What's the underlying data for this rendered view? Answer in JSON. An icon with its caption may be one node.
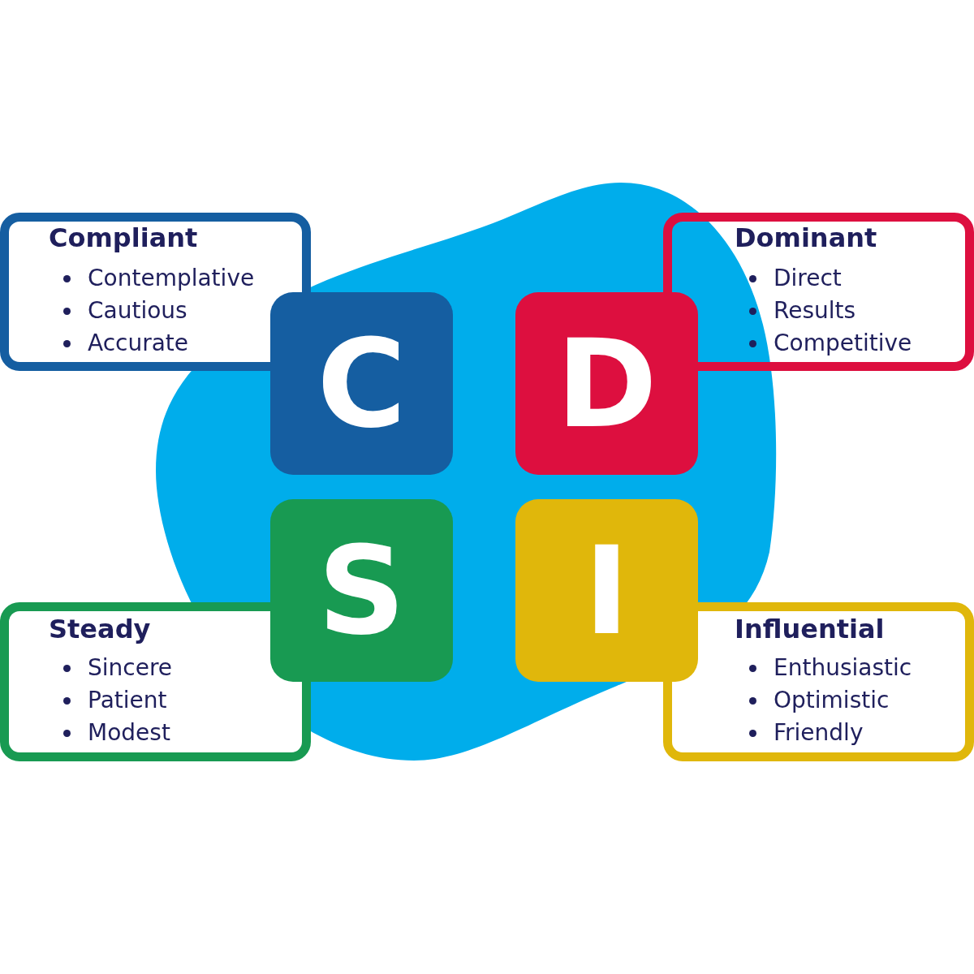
{
  "diagram": {
    "nodes": [
      {
        "text": [
          "Compliant",
          "Contemplative",
          "Cautious",
          "Accurate"
        ]
      },
      {
        "text": [
          "Dominant",
          "Direct",
          "Results",
          "Competitive"
        ]
      },
      {
        "text": [
          "C"
        ]
      },
      {
        "text": [
          "D"
        ]
      },
      {
        "text": [
          "S"
        ]
      },
      {
        "text": [
          "I"
        ]
      },
      {
        "text": [
          "Steady",
          "Sincere",
          "Patient",
          "Modest"
        ]
      },
      {
        "text": [
          "Influential",
          "Enthusiastic",
          "Optimistic",
          "Friendly"
        ]
      }
    ]
  }
}
